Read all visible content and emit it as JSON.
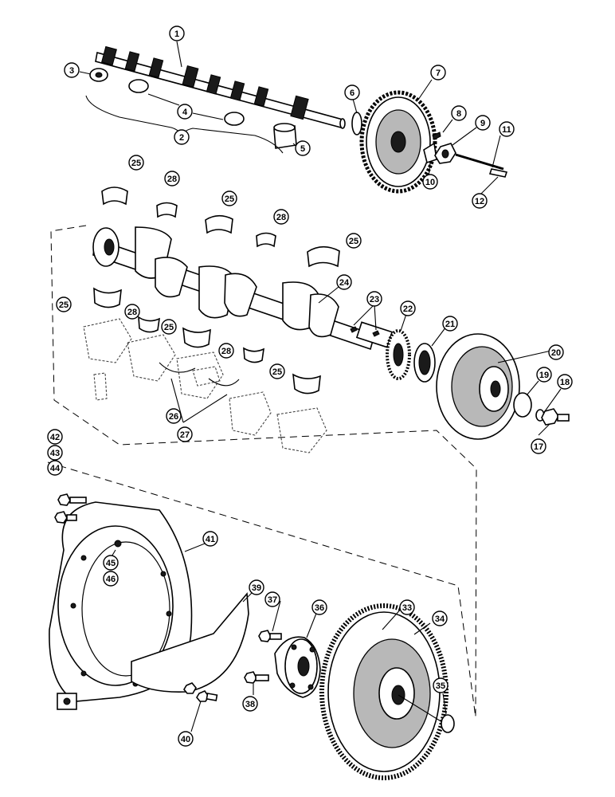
{
  "callouts": [
    {
      "id": "c1",
      "label": "1"
    },
    {
      "id": "c2",
      "label": "2"
    },
    {
      "id": "c3",
      "label": "3"
    },
    {
      "id": "c4",
      "label": "4"
    },
    {
      "id": "c5",
      "label": "5"
    },
    {
      "id": "c6",
      "label": "6"
    },
    {
      "id": "c7",
      "label": "7"
    },
    {
      "id": "c8",
      "label": "8"
    },
    {
      "id": "c9",
      "label": "9"
    },
    {
      "id": "c10",
      "label": "10"
    },
    {
      "id": "c11",
      "label": "11"
    },
    {
      "id": "c12",
      "label": "12"
    },
    {
      "id": "c17",
      "label": "17"
    },
    {
      "id": "c18",
      "label": "18"
    },
    {
      "id": "c19",
      "label": "19"
    },
    {
      "id": "c20",
      "label": "20"
    },
    {
      "id": "c21",
      "label": "21"
    },
    {
      "id": "c22",
      "label": "22"
    },
    {
      "id": "c23",
      "label": "23"
    },
    {
      "id": "c24",
      "label": "24"
    },
    {
      "id": "c25a",
      "label": "25"
    },
    {
      "id": "c25b",
      "label": "25"
    },
    {
      "id": "c25c",
      "label": "25"
    },
    {
      "id": "c25d",
      "label": "25"
    },
    {
      "id": "c25e",
      "label": "25"
    },
    {
      "id": "c25f",
      "label": "25"
    },
    {
      "id": "c26",
      "label": "26"
    },
    {
      "id": "c27",
      "label": "27"
    },
    {
      "id": "c28a",
      "label": "28"
    },
    {
      "id": "c28b",
      "label": "28"
    },
    {
      "id": "c28c",
      "label": "28"
    },
    {
      "id": "c28d",
      "label": "28"
    },
    {
      "id": "c33",
      "label": "33"
    },
    {
      "id": "c34",
      "label": "34"
    },
    {
      "id": "c35",
      "label": "35"
    },
    {
      "id": "c36",
      "label": "36"
    },
    {
      "id": "c37",
      "label": "37"
    },
    {
      "id": "c38",
      "label": "38"
    },
    {
      "id": "c39",
      "label": "39"
    },
    {
      "id": "c40",
      "label": "40"
    },
    {
      "id": "c41",
      "label": "41"
    },
    {
      "id": "c42",
      "label": "42"
    },
    {
      "id": "c43",
      "label": "43"
    },
    {
      "id": "c44",
      "label": "44"
    },
    {
      "id": "c45",
      "label": "45"
    },
    {
      "id": "c46",
      "label": "46"
    }
  ]
}
